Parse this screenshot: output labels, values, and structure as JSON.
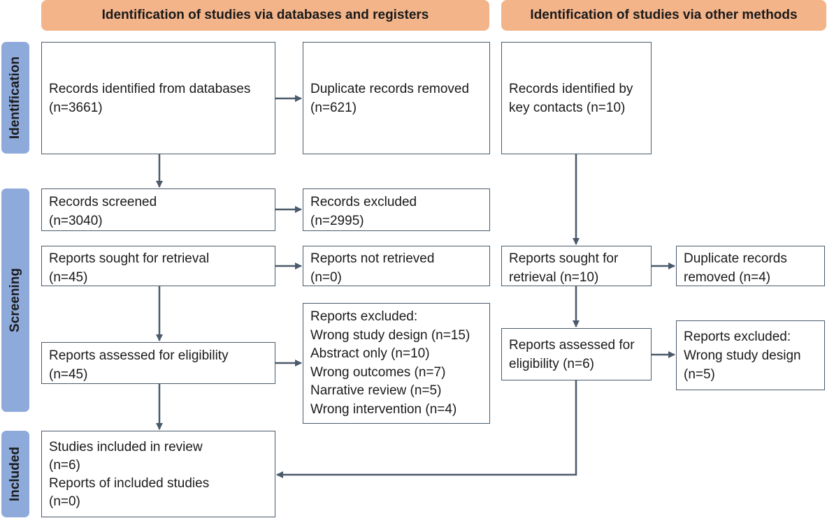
{
  "headers": {
    "databases": "Identification of studies via databases and registers",
    "other": "Identification of studies via other methods"
  },
  "stages": {
    "identification": "Identification",
    "screening": "Screening",
    "included": "Included"
  },
  "boxes": {
    "records_identified": [
      "Records identified from databases",
      "(n=3661)"
    ],
    "duplicates_removed": [
      "Duplicate records removed",
      "(n=621)"
    ],
    "key_contacts": [
      "Records identified by",
      "key contacts (n=10)"
    ],
    "records_screened": [
      "Records screened",
      "(n=3040)"
    ],
    "records_excluded": [
      "Records excluded",
      "(n=2995)"
    ],
    "reports_sought": [
      "Reports sought for retrieval",
      "(n=45)"
    ],
    "reports_not_retrieved": [
      "Reports not retrieved",
      "(n=0)"
    ],
    "other_reports_sought": [
      "Reports sought for",
      "retrieval (n=10)"
    ],
    "other_duplicates_removed": [
      "Duplicate records",
      "removed (n=4)"
    ],
    "reports_excluded": [
      "Reports excluded:",
      "Wrong study design (n=15)",
      "Abstract only (n=10)",
      "Wrong outcomes (n=7)",
      "Narrative review (n=5)",
      "Wrong intervention (n=4)"
    ],
    "reports_assessed": [
      "Reports assessed for eligibility",
      "(n=45)"
    ],
    "other_reports_assessed": [
      "Reports assessed for",
      "eligibility (n=6)"
    ],
    "other_reports_excluded": [
      "Reports excluded:",
      "Wrong study design",
      "(n=5)"
    ],
    "included": [
      "Studies included in review",
      "(n=6)",
      "Reports of included studies",
      "(n=0)"
    ]
  }
}
